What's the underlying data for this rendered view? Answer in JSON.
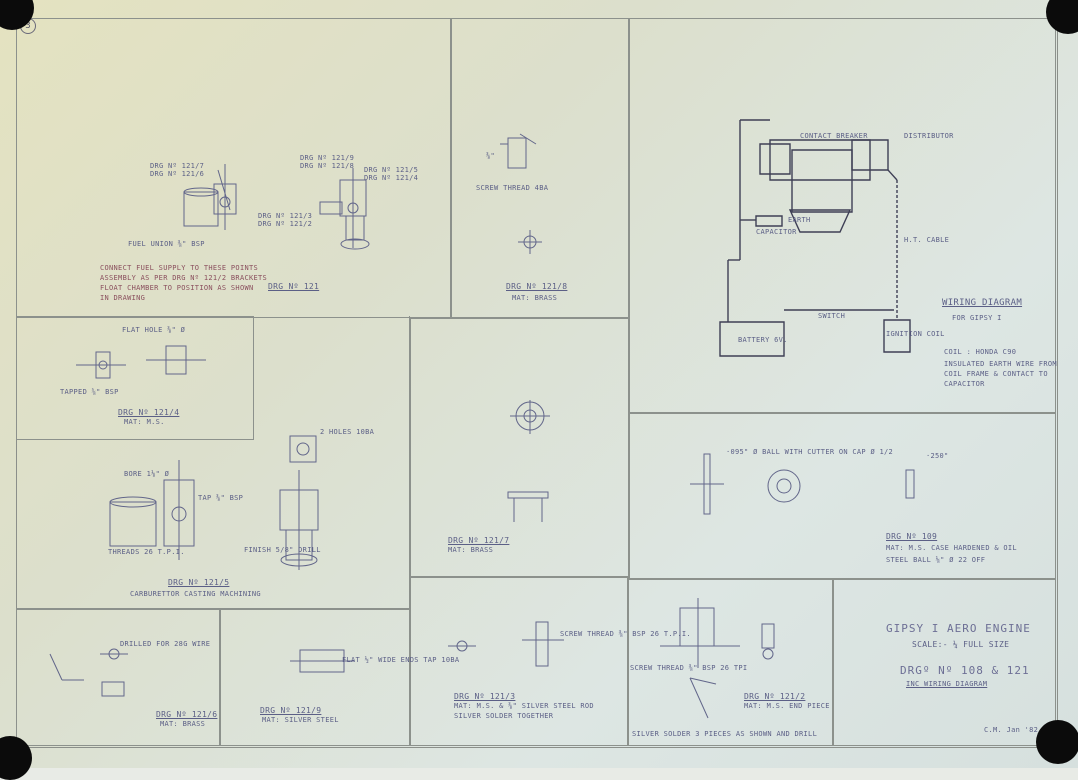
{
  "sheet_number": "3",
  "panels": {
    "p121": {
      "title": "DRG Nº 121",
      "notes": [
        "DRG Nº 121/7",
        "DRG Nº 121/6",
        "DRG Nº 121/3",
        "DRG Nº 121/9",
        "DRG Nº 121/8",
        "DRG Nº 121/5",
        "DRG Nº 121/2",
        "DRG Nº 121/4"
      ],
      "fuel_label": "FUEL UNION ⅜\" BSP",
      "remarks": [
        "CONNECT FUEL SUPPLY TO THESE POINTS",
        "ASSEMBLY AS PER DRG Nº 121/2 BRACKETS",
        "FLOAT CHAMBER TO POSITION AS SHOWN",
        "IN DRAWING"
      ]
    },
    "p1218": {
      "title": "DRG Nº 121/8",
      "mat": "MAT: BRASS",
      "note": "SCREW THREAD 4BA",
      "dim": "⅜\""
    },
    "p1214": {
      "title": "DRG Nº 121/4",
      "mat": "MAT: M.S.",
      "note1": "FLAT HOLE ⅜\" Ø",
      "note2": "TAPPED ⅝\" BSP"
    },
    "p1215": {
      "title": "DRG Nº 121/5",
      "mat": "CARBURETTOR CASTING MACHINING",
      "note1": "BORE 1⅛\" Ø",
      "note2": "2 HOLES 10BA",
      "note3": "TAP ⅜\" BSP",
      "note4": "THREADS 26 T.P.I.",
      "note5": "FINISH 5/8\" DRILL"
    },
    "p1216": {
      "title": "DRG Nº 121/6",
      "mat": "MAT: BRASS",
      "note": "DRILLED FOR 28G WIRE"
    },
    "p1219": {
      "title": "DRG Nº 121/9",
      "mat": "MAT: SILVER STEEL",
      "note": "FLAT ½\" WIDE ENDS TAP 10BA"
    },
    "p1217": {
      "title": "DRG Nº 121/7",
      "mat": "MAT: BRASS"
    },
    "p1213": {
      "title": "DRG Nº 121/3",
      "mat": "MAT: M.S. & ⅜\" SILVER STEEL ROD",
      "mat2": "SILVER SOLDER TOGETHER",
      "note": "SCREW THREAD ⅜\" BSP 26 T.P.I."
    },
    "p1212": {
      "title": "DRG Nº 121/2",
      "mat": "MAT: M.S. END PIECE",
      "note": "SILVER SOLDER 3 PIECES AS SHOWN AND DRILL",
      "note2": "SCREW THREAD ⅜\" BSP 26 TPI"
    },
    "wiring": {
      "title": "WIRING DIAGRAM",
      "subtitle": "FOR GIPSY I",
      "labels": {
        "contact_breaker": "CONTACT BREAKER",
        "distributor": "DISTRIBUTOR",
        "earth": "EARTH",
        "capacitor": "CAPACITOR",
        "ht_cable": "H.T. CABLE",
        "switch": "SWITCH",
        "battery": "BATTERY 6V.",
        "ignition_coil": "IGNITION COIL"
      },
      "notes": [
        "COIL : HONDA C90",
        "INSULATED EARTH WIRE FROM",
        "COIL FRAME & CONTACT TO",
        "CAPACITOR"
      ]
    },
    "p109": {
      "title": "DRG Nº 109",
      "mat": "MAT: M.S. CASE HARDENED & OIL",
      "mat2": "STEEL BALL ⅛\" Ø 22 OFF",
      "note": "·095\" Ø BALL WITH CUTTER ON CAP Ø 1/2",
      "dim": "·250\""
    },
    "titleblock": {
      "engine": "GIPSY I AERO ENGINE",
      "scale": "SCALE:- ¼ FULL SIZE",
      "drg": "DRGº Nº 108 & 121",
      "sub": "INC WIRING DIAGRAM",
      "signature": "C.M. Jan '82"
    }
  },
  "colors": {
    "ink": "#5b5f86",
    "paper": "#dfe2cf",
    "frame": "#8c918c"
  }
}
